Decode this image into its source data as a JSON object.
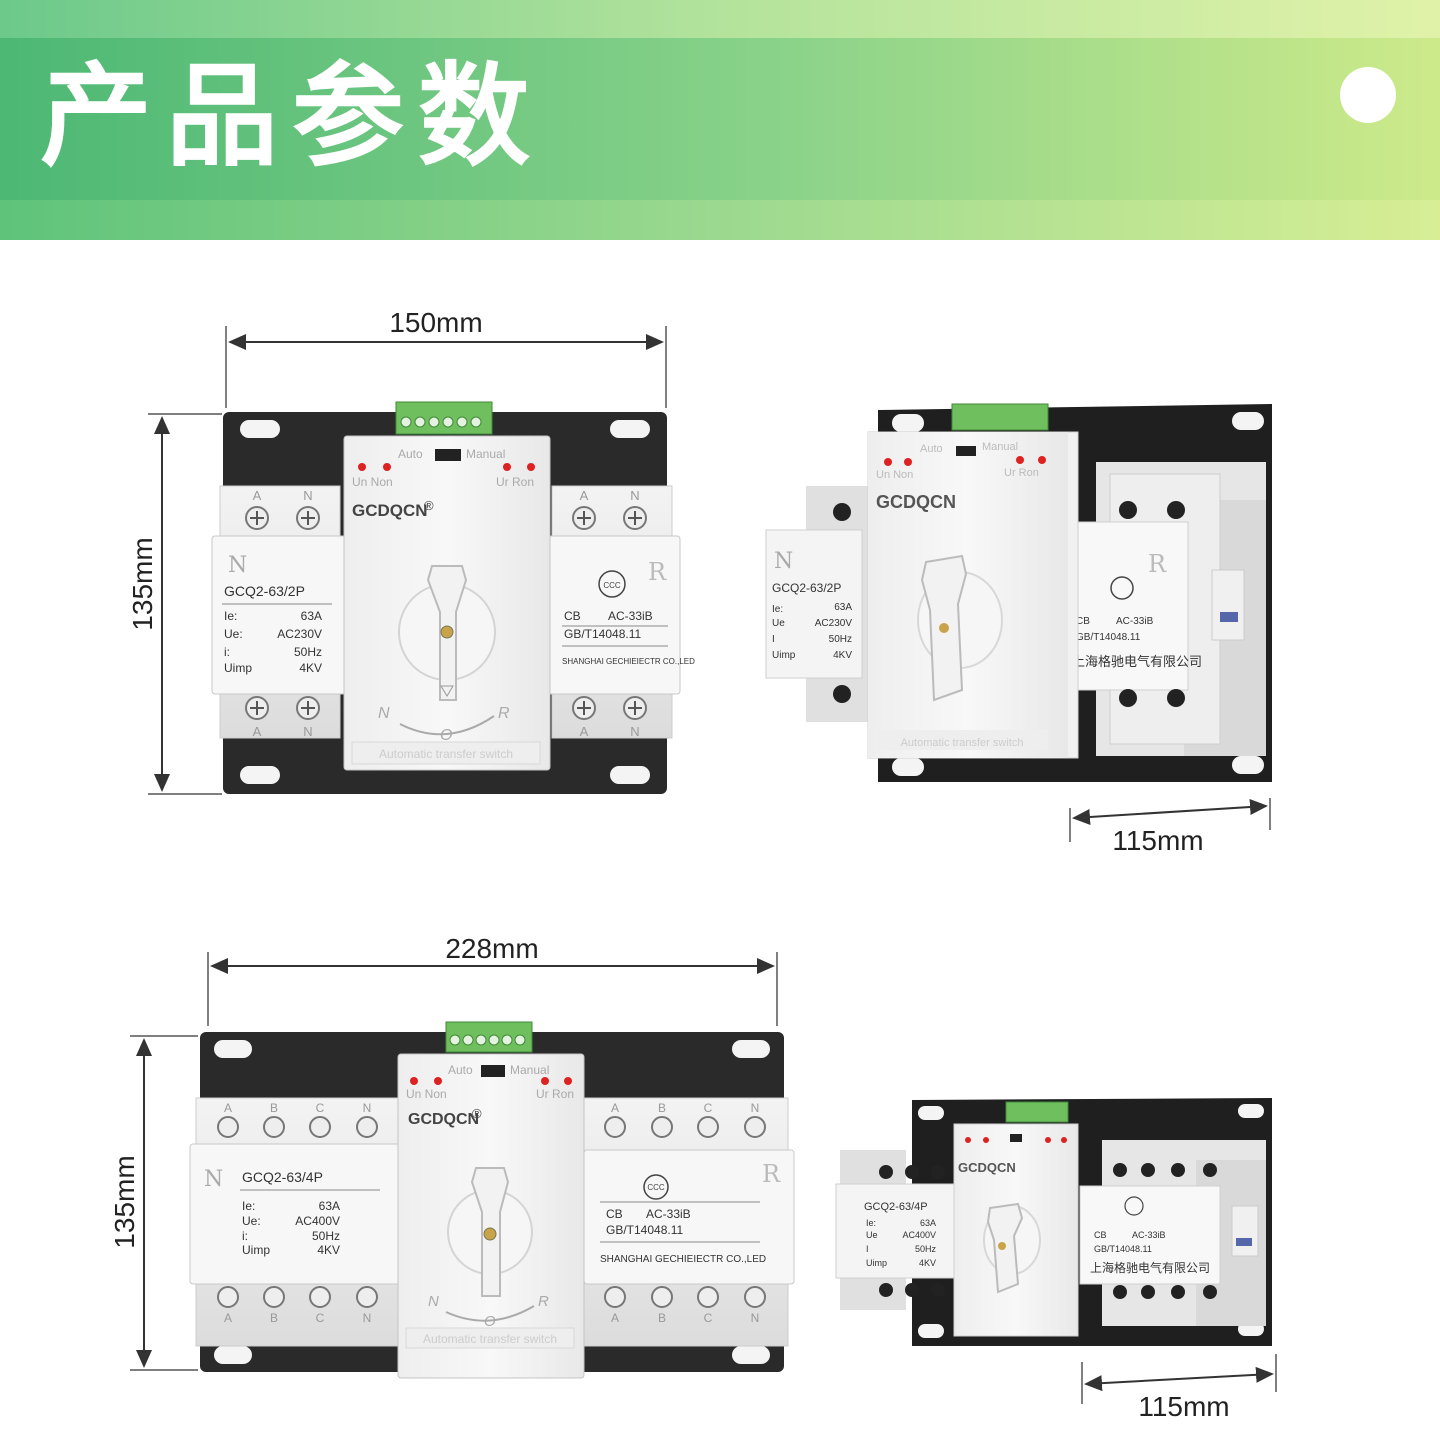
{
  "header": {
    "title": "产品参数"
  },
  "dims": {
    "d2p_width": "150mm",
    "d2p_height": "135mm",
    "d2p_depth": "115mm",
    "d4p_width": "228mm",
    "d4p_height": "135mm",
    "d4p_depth": "115mm"
  },
  "device": {
    "brand": "GCDQCN",
    "brand_reg": "®",
    "auto": "Auto",
    "manual": "Manual",
    "un_non": "Un Non",
    "ur_ron": "Ur Ron",
    "n_mark": "N",
    "r_mark": "R",
    "pos_n": "N",
    "pos_o": "O",
    "pos_r": "R",
    "bottom_label": "Automatic transfer switch",
    "ccc": "CCC",
    "cb": "CB",
    "ac": "AC-33iB",
    "gb": "GB/T14048.11",
    "company_en_2p": "SHANGHAI GECHIEIECTR CO.,LED",
    "company_en_4p": "SHANGHAI GECHIEIECTR CO.,LED",
    "company_cn": "上海格驰电气有限公司",
    "model_2p": "GCQ2-63/2P",
    "model_4p": "GCQ2-63/4P",
    "spec_labels": [
      "Ie:",
      "Ue:",
      "i:",
      "Uimp"
    ],
    "spec_labels_side": [
      "Ie:",
      "Ue",
      "I",
      "Uimp"
    ],
    "spec_2p": [
      "63A",
      "AC230V",
      "50Hz",
      "4KV"
    ],
    "spec_4p": [
      "63A",
      "AC400V",
      "50Hz",
      "4KV"
    ],
    "poles_2p": [
      "A",
      "N"
    ],
    "poles_4p": [
      "A",
      "B",
      "C",
      "N"
    ]
  }
}
